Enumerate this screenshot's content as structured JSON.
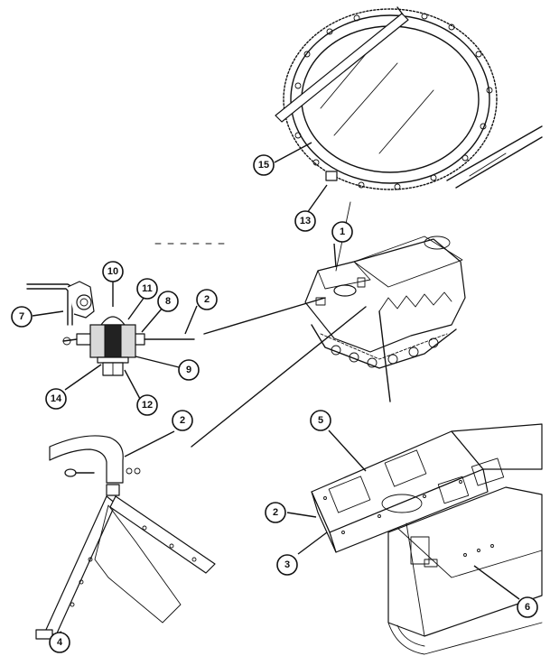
{
  "figure": {
    "callouts": [
      {
        "id": "c15",
        "label": "15"
      },
      {
        "id": "c13",
        "label": "13"
      },
      {
        "id": "c1",
        "label": "1"
      },
      {
        "id": "c10",
        "label": "10"
      },
      {
        "id": "c11",
        "label": "11"
      },
      {
        "id": "c8",
        "label": "8"
      },
      {
        "id": "c2a",
        "label": "2"
      },
      {
        "id": "c7",
        "label": "7"
      },
      {
        "id": "c9",
        "label": "9"
      },
      {
        "id": "c14",
        "label": "14"
      },
      {
        "id": "c12",
        "label": "12"
      },
      {
        "id": "c2b",
        "label": "2"
      },
      {
        "id": "c5",
        "label": "5"
      },
      {
        "id": "c2c",
        "label": "2"
      },
      {
        "id": "c3",
        "label": "3"
      },
      {
        "id": "c6",
        "label": "6"
      },
      {
        "id": "c4",
        "label": "4"
      }
    ]
  }
}
